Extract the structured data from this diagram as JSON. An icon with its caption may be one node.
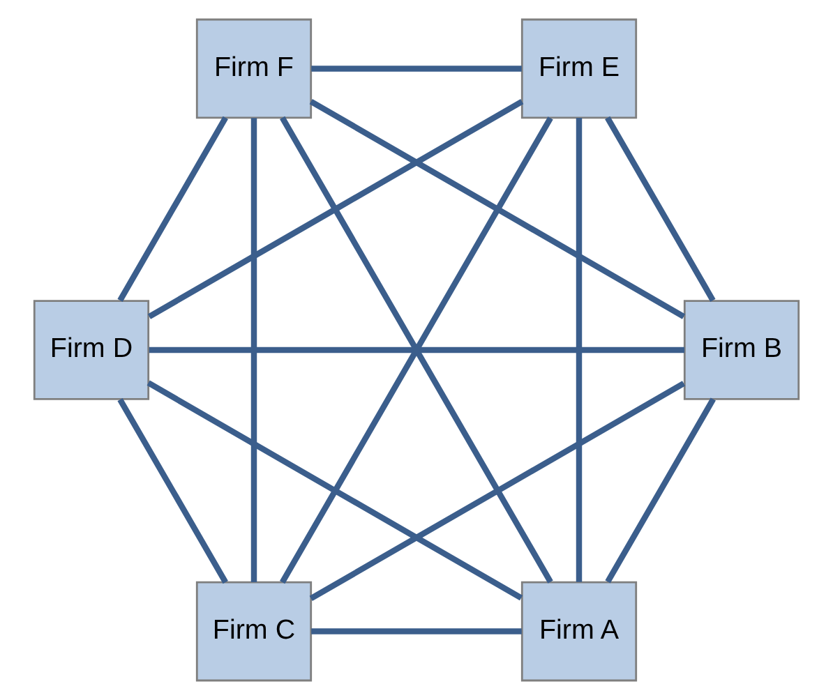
{
  "diagram": {
    "nodes": [
      {
        "text": [
          "Firm A"
        ]
      },
      {
        "text": [
          "Firm B"
        ]
      },
      {
        "text": [
          "Firm D"
        ]
      },
      {
        "text": [
          "Firm F"
        ]
      },
      {
        "text": [
          "Firm E"
        ]
      },
      {
        "text": [
          "Firm C"
        ]
      }
    ],
    "edges": [
      {
        "from": 0,
        "to": 1,
        "arrow": "none"
      },
      {
        "from": 0,
        "to": 2,
        "arrow": "none"
      },
      {
        "from": 0,
        "to": 3,
        "arrow": "none"
      },
      {
        "from": 0,
        "to": 4,
        "arrow": "none"
      },
      {
        "from": 0,
        "to": 5,
        "arrow": "none"
      },
      {
        "from": 1,
        "to": 2,
        "arrow": "none"
      },
      {
        "from": 1,
        "to": 3,
        "arrow": "none"
      },
      {
        "from": 1,
        "to": 4,
        "arrow": "none"
      },
      {
        "from": 1,
        "to": 5,
        "arrow": "none"
      },
      {
        "from": 2,
        "to": 3,
        "arrow": "none"
      },
      {
        "from": 2,
        "to": 4,
        "arrow": "none"
      },
      {
        "from": 2,
        "to": 5,
        "arrow": "none"
      },
      {
        "from": 3,
        "to": 4,
        "arrow": "none"
      },
      {
        "from": 3,
        "to": 5,
        "arrow": "none"
      },
      {
        "from": 4,
        "to": 5,
        "arrow": "none"
      }
    ]
  }
}
